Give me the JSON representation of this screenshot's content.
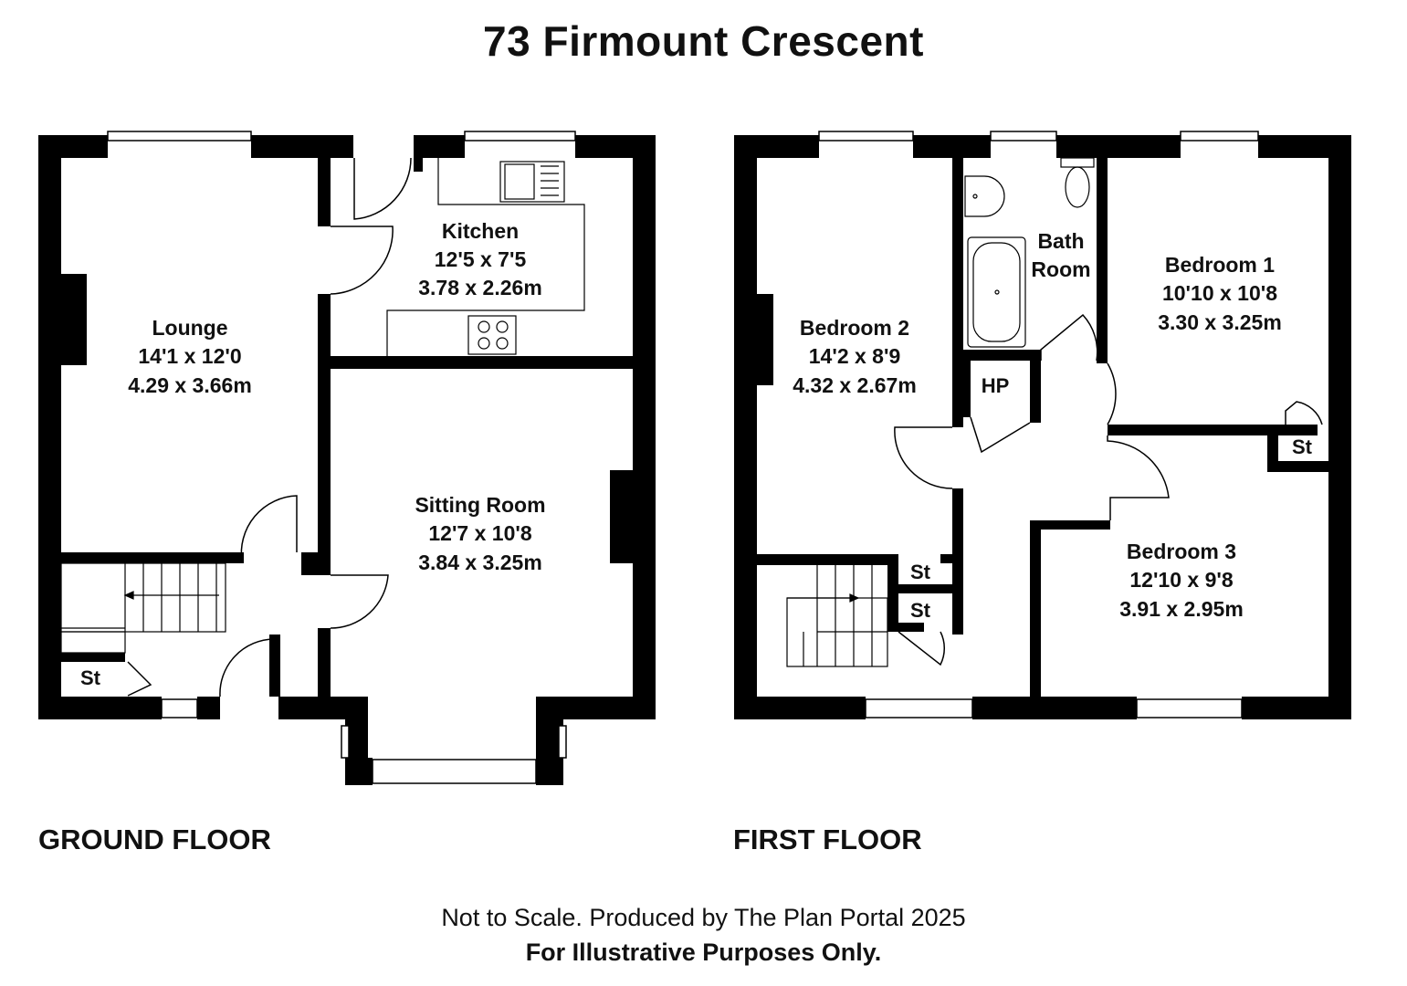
{
  "title": "73 Firmount Crescent",
  "floors": {
    "ground": {
      "label": "GROUND FLOOR",
      "rooms": {
        "lounge": {
          "name": "Lounge",
          "imperial": "14'1 x 12'0",
          "metric": "4.29 x 3.66m"
        },
        "kitchen": {
          "name": "Kitchen",
          "imperial": "12'5 x 7'5",
          "metric": "3.78 x 2.26m"
        },
        "sitting": {
          "name": "Sitting Room",
          "imperial": "12'7 x 10'8",
          "metric": "3.84 x 3.25m"
        },
        "store": {
          "name": "St"
        }
      }
    },
    "first": {
      "label": "FIRST FLOOR",
      "rooms": {
        "bedroom2": {
          "name": "Bedroom 2",
          "imperial": "14'2 x 8'9",
          "metric": "4.32 x 2.67m"
        },
        "bathroom": {
          "name_line1": "Bath",
          "name_line2": "Room"
        },
        "bedroom1": {
          "name": "Bedroom 1",
          "imperial": "10'10 x 10'8",
          "metric": "3.30 x 3.25m"
        },
        "bedroom3": {
          "name": "Bedroom 3",
          "imperial": "12'10 x 9'8",
          "metric": "3.91 x 2.95m"
        },
        "hp": {
          "name": "HP"
        },
        "store_b1": {
          "name": "St"
        },
        "store_landing_1": {
          "name": "St"
        },
        "store_landing_2": {
          "name": "St"
        }
      }
    }
  },
  "footer": {
    "line1": "Not to Scale. Produced by The Plan Portal 2025",
    "line2": "For Illustrative Purposes Only."
  }
}
